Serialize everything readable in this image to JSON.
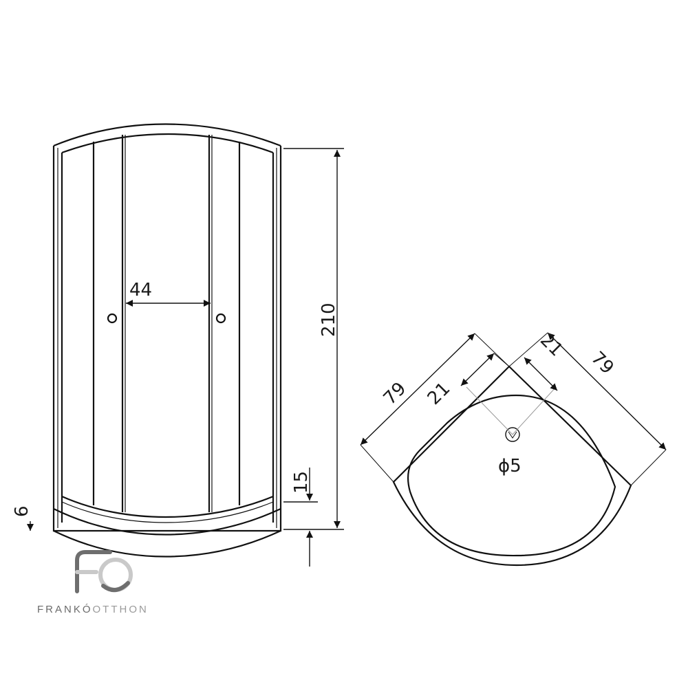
{
  "front_view": {
    "height_label": "210",
    "handle_gap_label": "44",
    "tray_height_label": "15",
    "foot_height_label": "6"
  },
  "top_view": {
    "side_left_label": "79",
    "side_right_label": "79",
    "corner_left_label": "21",
    "corner_right_label": "21",
    "drain_label": "ϕ5"
  },
  "logo": {
    "mark": "FO",
    "name_part1": "FRANKÓ",
    "name_part2": "OTTHON",
    "colors": {
      "light": "#c9c9c9",
      "dark": "#6e6e6e"
    }
  },
  "colors": {
    "line": "#111111",
    "background": "#ffffff"
  }
}
